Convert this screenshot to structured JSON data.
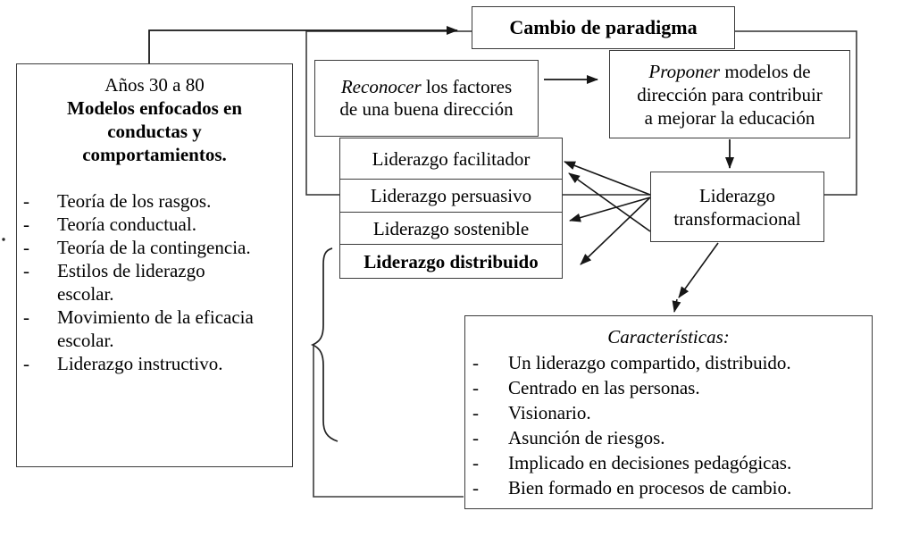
{
  "colors": {
    "border": "#3b3b3b",
    "line": "#161616",
    "text": "#000000",
    "background": "#ffffff"
  },
  "bullet": "-",
  "paradigm": {
    "label": "Cambio de paradigma"
  },
  "era": {
    "title": "Años 30 a 80",
    "subtitle": "Modelos enfocados en\nconductas y\ncomportamientos.",
    "items": [
      "Teoría de los rasgos.",
      "Teoría conductual.",
      "Teoría de la contingencia.",
      "Estilos de liderazgo\nescolar.",
      "Movimiento de la eficacia\nescolar.",
      "Liderazgo instructivo."
    ]
  },
  "recognize": {
    "lead": "Reconocer",
    "rest": " los factores\nde una buena dirección"
  },
  "propose": {
    "lead": "Proponer",
    "rest": " modelos de\ndirección para contribuir\na mejorar la educación"
  },
  "leadership": {
    "facilitador": "Liderazgo facilitador",
    "persuasivo": "Liderazgo persuasivo",
    "sostenible": "Liderazgo sostenible",
    "distribuido": "Liderazgo distribuido"
  },
  "transformational": {
    "label": "Liderazgo\ntransformacional"
  },
  "characteristics": {
    "title": "Características:",
    "items": [
      "Un liderazgo compartido, distribuido.",
      "Centrado en las personas.",
      "Visionario.",
      "Asunción de riesgos.",
      "Implicado en decisiones pedagógicas.",
      "Bien formado en procesos de cambio."
    ]
  }
}
